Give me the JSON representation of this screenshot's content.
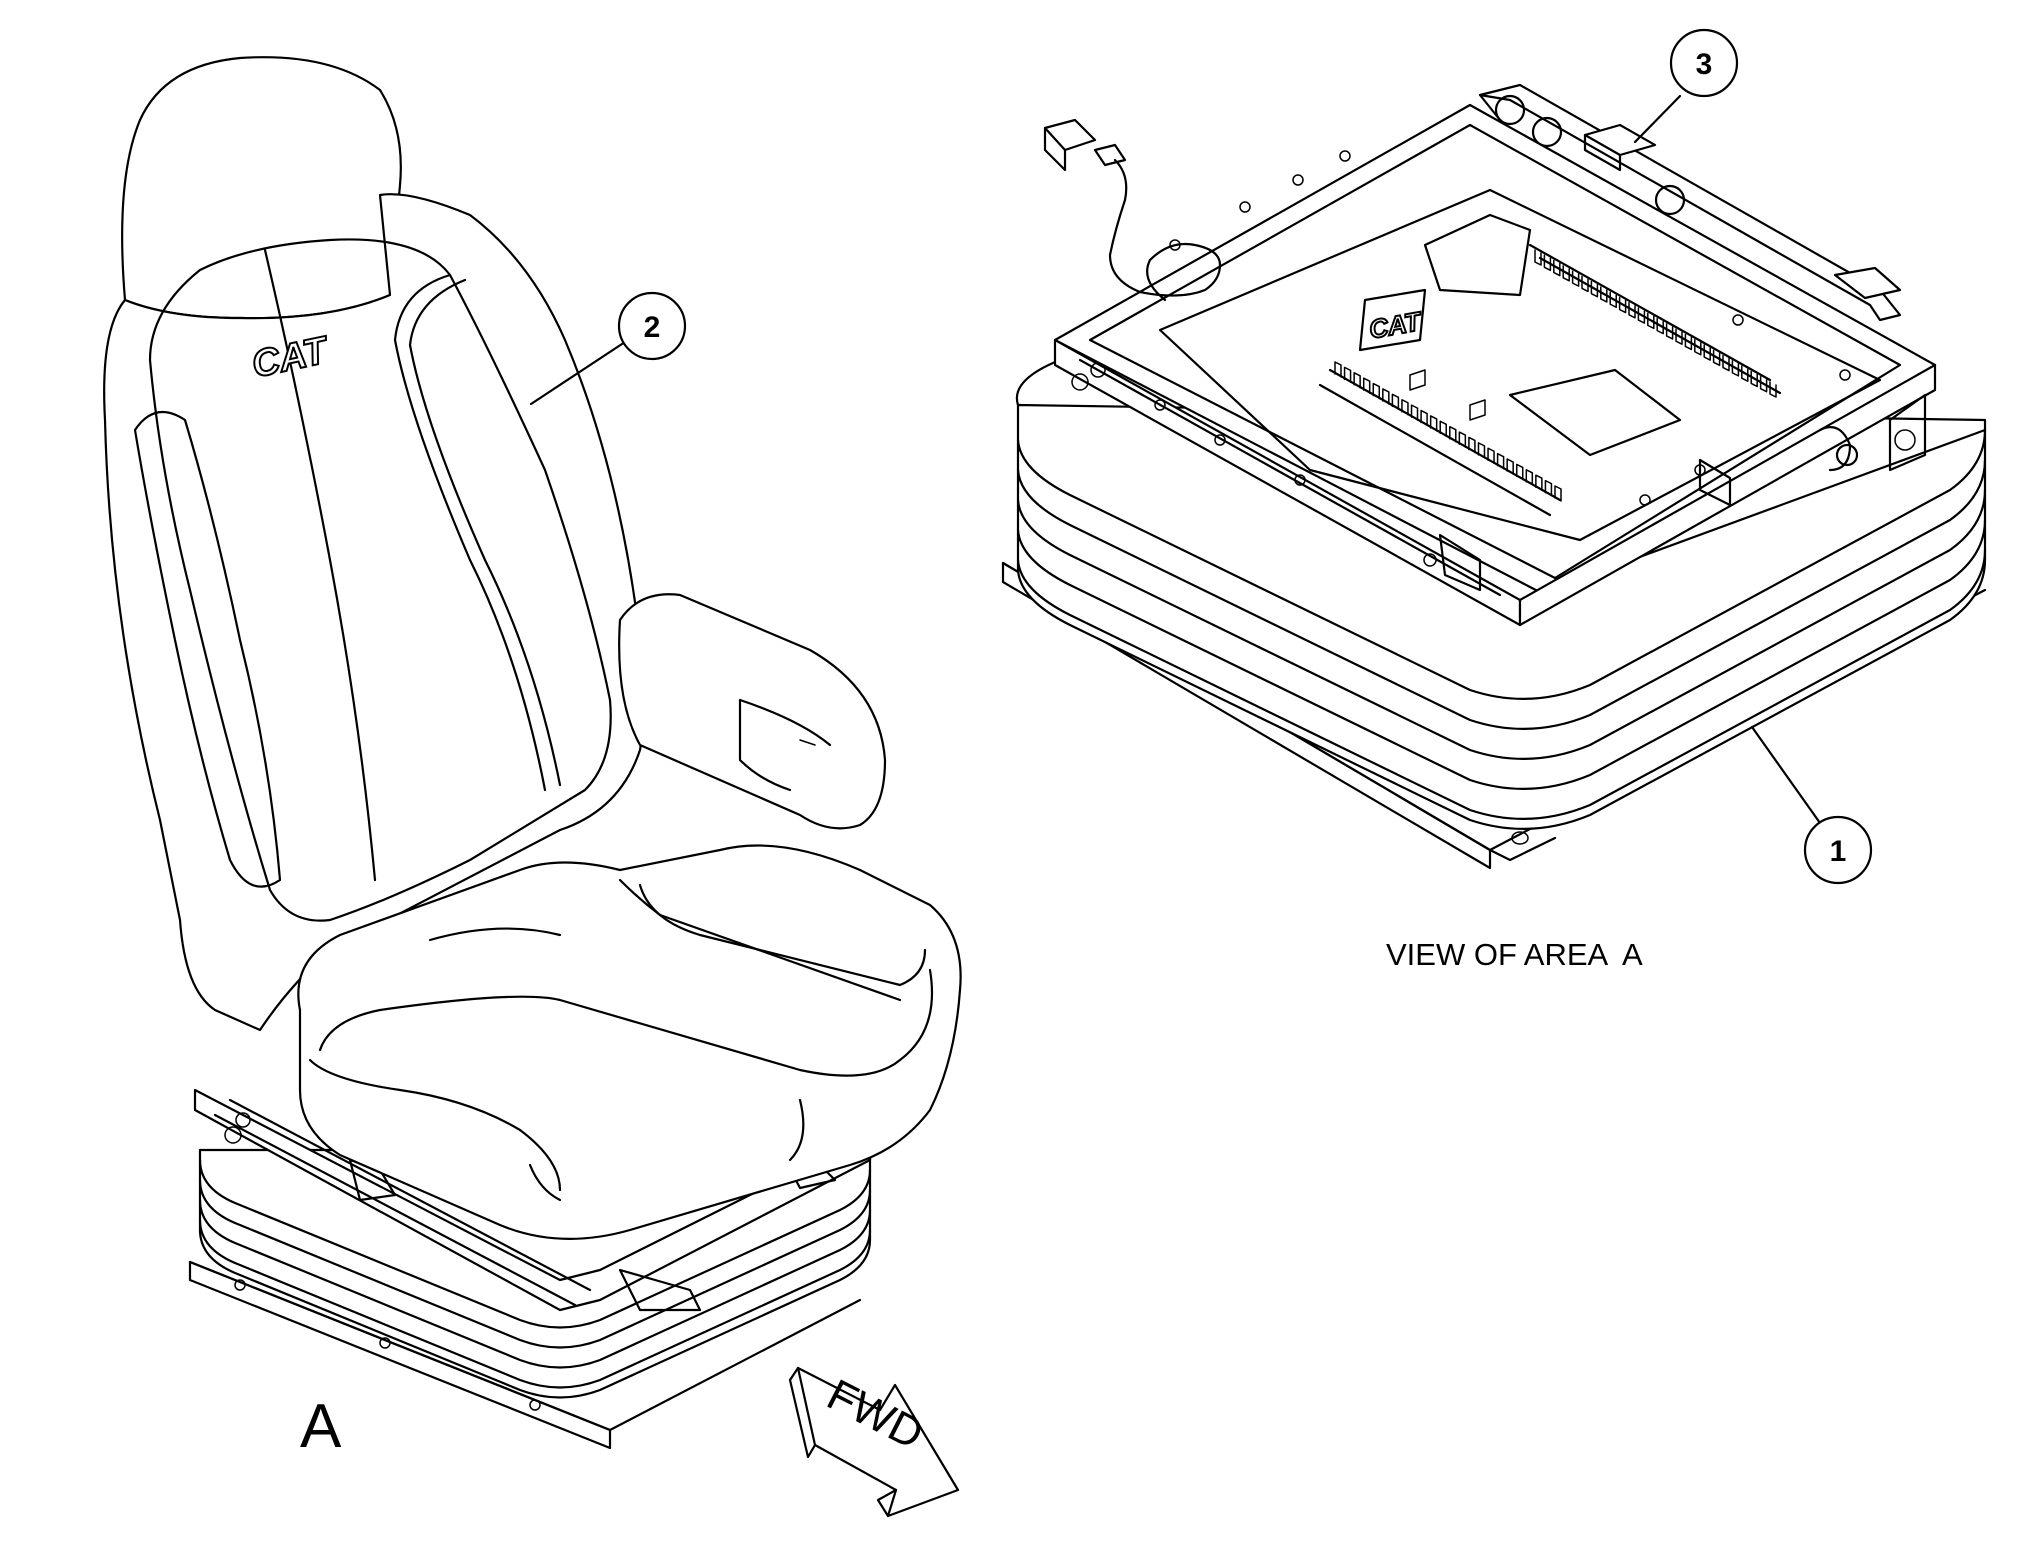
{
  "diagram": {
    "callouts": [
      {
        "id": "callout-1",
        "label": "1"
      },
      {
        "id": "callout-2",
        "label": "2"
      },
      {
        "id": "callout-3",
        "label": "3"
      }
    ],
    "view_letter": "A",
    "view_caption": "VIEW OF AREA  A",
    "direction_arrow": "FWD",
    "seat_logo": "CAT",
    "plate_logo": "CAT"
  }
}
